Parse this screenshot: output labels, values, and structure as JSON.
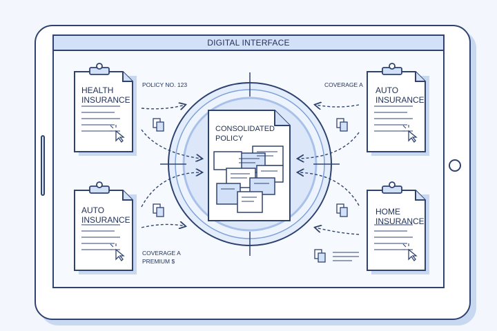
{
  "header": {
    "title": "DIGITAL INTERFACE"
  },
  "center": {
    "title_line1": "CONSOLIDATED",
    "title_line2": "POLICY"
  },
  "cards": [
    {
      "line1": "HEALTH",
      "line2": "INSURANCE"
    },
    {
      "line1": "AUTO",
      "line2": "INSURANCE"
    },
    {
      "line1": "AUTO",
      "line2": "INSURANCE"
    },
    {
      "line1": "HOME",
      "line2": "INSURANCE"
    }
  ],
  "annotations": {
    "top_left": "POLICY NO. 123",
    "top_right": "COVERAGE A",
    "bottom_left_line1": "COVERAGE A",
    "bottom_left_line2": "PREMIUM $"
  },
  "colors": {
    "outline": "#2e4270",
    "accent": "#d3e1f8",
    "shadow": "#c9d8f1"
  },
  "icons": [
    "clipboard-icon",
    "cursor-icon",
    "copy-icon",
    "document-icon",
    "crosshair-icon",
    "arrow-icon"
  ]
}
